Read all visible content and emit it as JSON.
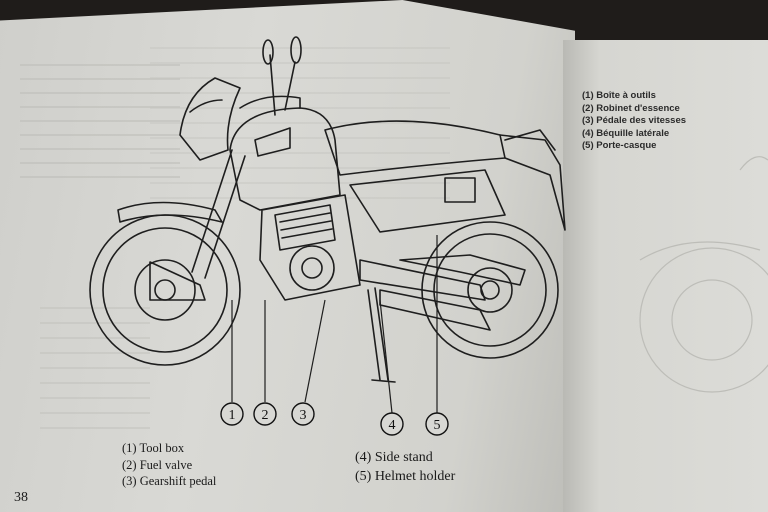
{
  "page_number": "38",
  "legend_english": [
    "(1) Tool box",
    "(2) Fuel valve",
    "(3) Gearshift pedal",
    "(4) Side stand",
    "(5) Helmet holder"
  ],
  "legend_french": [
    "(1) Boîte à outils",
    "(2) Robinet d'essence",
    "(3) Pédale des vitesses",
    "(4) Béquille latérale",
    "(5) Porte-casque"
  ],
  "callouts": [
    "1",
    "2",
    "3",
    "4",
    "5"
  ]
}
